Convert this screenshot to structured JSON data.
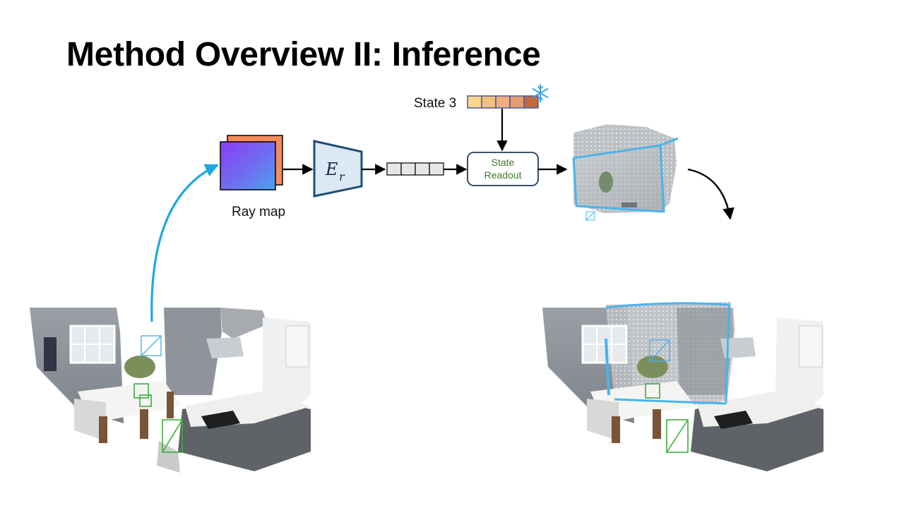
{
  "title": "Method Overview II: Inference",
  "state": {
    "label": "State 3",
    "icon": "snowflake-icon"
  },
  "raymap": {
    "label": "Ray map"
  },
  "encoder": {
    "symbol": "E",
    "subscript": "r"
  },
  "readout": {
    "line1": "State",
    "line2": "Readout"
  },
  "colors": {
    "arrow_blue": "#1fa8e0",
    "encoder_fill": "#dce8f4",
    "encoder_stroke": "#1f4e79",
    "readout_text": "#3f7a2a",
    "state_cells": [
      "#f7d68a",
      "#f2c27c",
      "#eeb07a",
      "#e59b6f",
      "#c06a3d"
    ],
    "raymap_back": "#f48b5c"
  }
}
